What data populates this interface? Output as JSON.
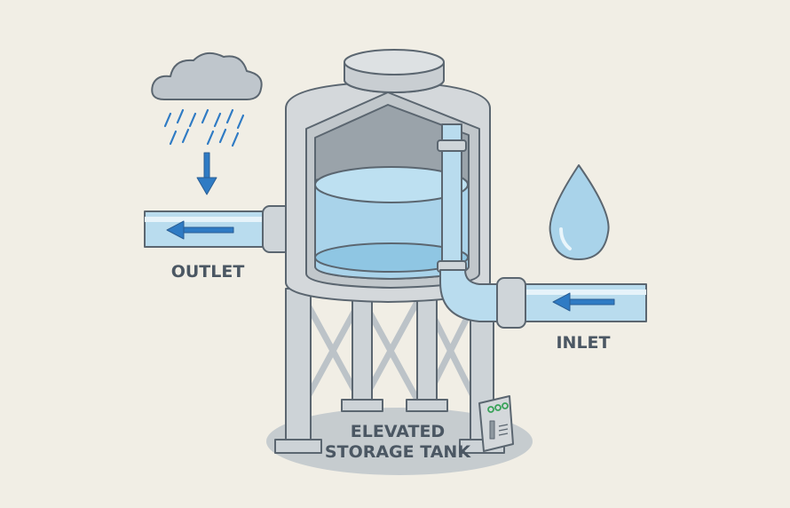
{
  "diagram": {
    "labels": {
      "outlet": "OUTLET",
      "inlet": "INLET",
      "tank_line1": "ELEVATED",
      "tank_line2": "STORAGE TANK"
    },
    "icons": [
      "cloud-rain-icon",
      "arrow-down-icon",
      "arrow-left-icon",
      "water-drop-icon",
      "control-panel-icon"
    ],
    "colors": {
      "background": "#f1eee5",
      "water": "#a9d3ea",
      "arrow": "#2f7bc4",
      "concrete": "#d4d8db",
      "outline": "#5b6670",
      "indicator": "#3aa35a"
    }
  }
}
